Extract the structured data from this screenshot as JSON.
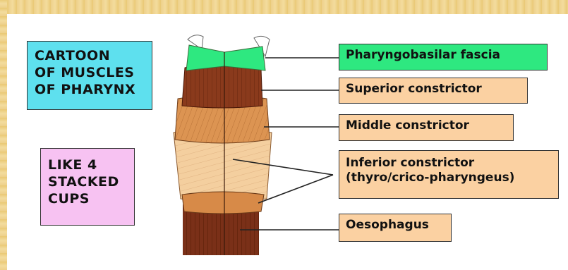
{
  "notes": {
    "cartoon": "CARTOON\nOF MUSCLES\nOF PHARYNX",
    "cups": "LIKE 4\nSTACKED\nCUPS"
  },
  "labels": {
    "fascia": "Pharyngobasilar fascia",
    "superior": "Superior constrictor",
    "middle": "Middle constrictor",
    "inferior": "Inferior constrictor\n(thyro/crico-pharyngeus)",
    "oesophagus": "Oesophagus"
  },
  "colors": {
    "fascia_green": "#2ee880",
    "teal_note": "#5ee0ee",
    "pink_note": "#f7c2f2",
    "label_peach": "#fbd1a2",
    "superior_muscle": "#8a3a1c",
    "middle_muscle": "#dc9452",
    "inferior_muscle": "#f4cf9f",
    "oesophagus_muscle": "#7a3018"
  }
}
